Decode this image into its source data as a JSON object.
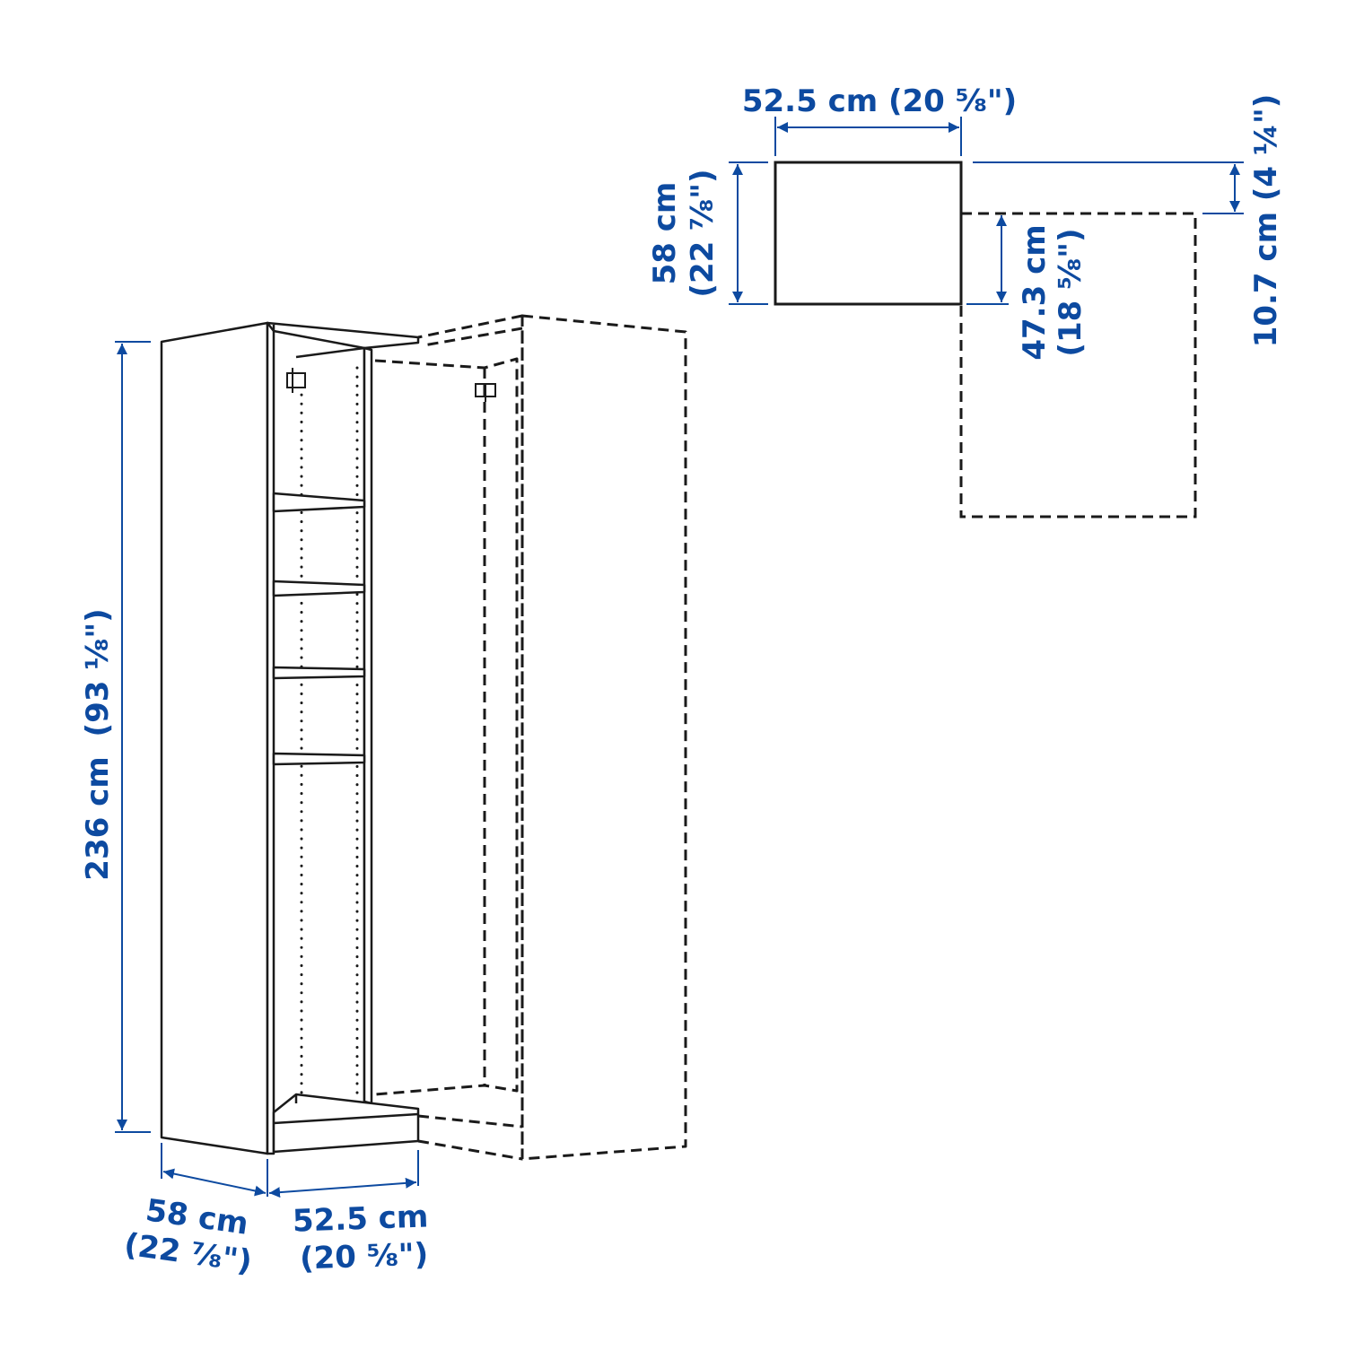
{
  "colors": {
    "dimension": "#0d4aa0",
    "line": "#1a1a1a",
    "background": "#ffffff"
  },
  "cabinet": {
    "height": {
      "cm": "236 cm",
      "in": "(93 ⅛\")"
    },
    "depth": {
      "cm": "58 cm",
      "in": "(22 ⅞\")"
    },
    "width": {
      "cm": "52.5 cm",
      "in": "(20 ⅝\")"
    },
    "shelves": 4
  },
  "plan_view": {
    "width": {
      "label": "52.5 cm (20 ⅝\")"
    },
    "depth": {
      "cm": "58 cm",
      "in": "(22 ⅞\")"
    },
    "inner_depth": {
      "cm": "47.3 cm",
      "in": "(18 ⅝\")"
    },
    "offset": {
      "label": "10.7 cm (4 ¼\")"
    }
  }
}
